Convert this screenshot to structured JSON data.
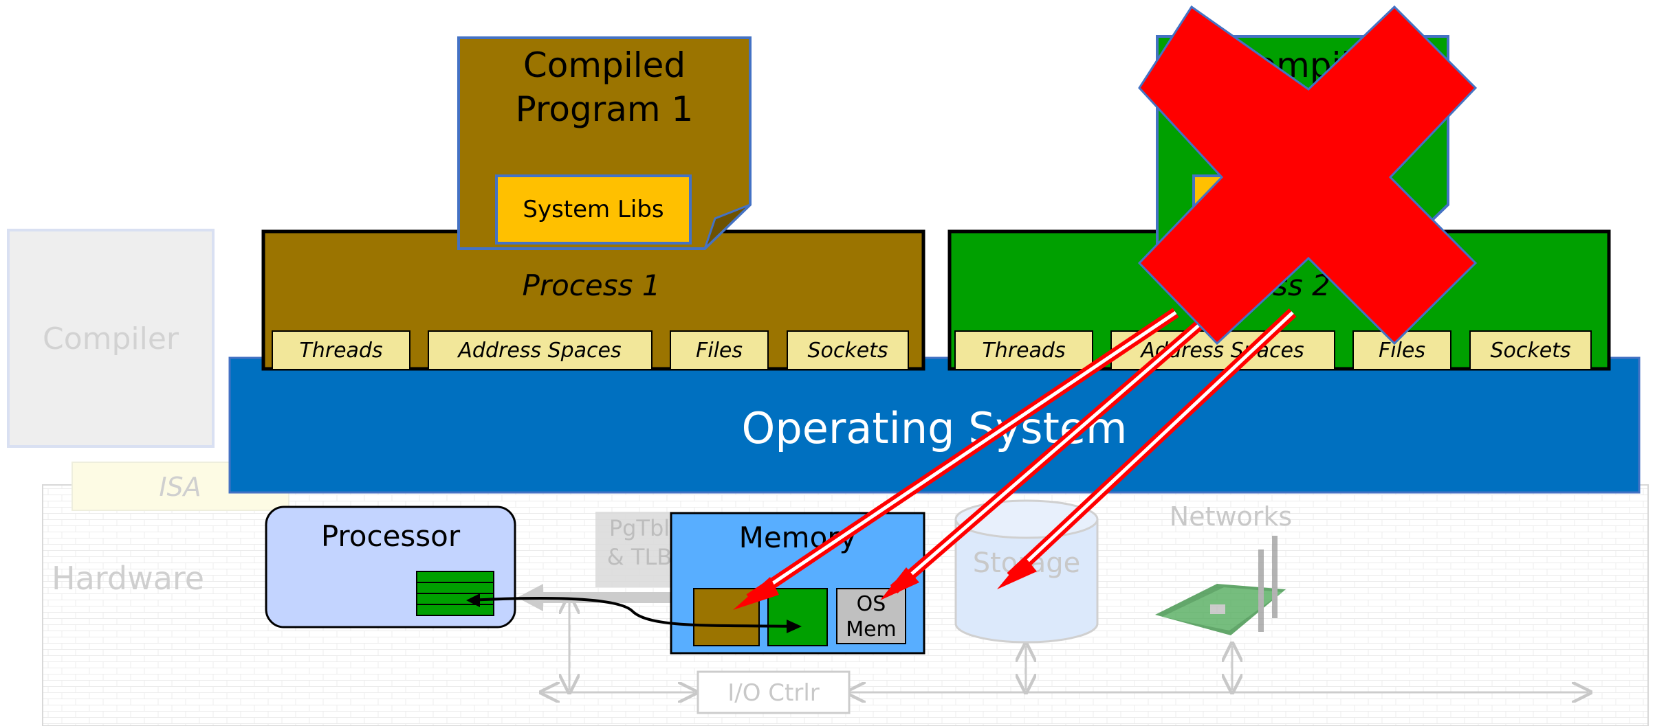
{
  "labels": {
    "compiled_program_1_line1": "Compiled",
    "compiled_program_1_line2": "Program 1",
    "system_libs_1": "System Libs",
    "compiled_program_2_partial": "ompil",
    "process_1": "Process 1",
    "process_2_partial": "ess 2",
    "compiler": "Compiler",
    "isa": "ISA",
    "operating_system": "Operating System",
    "hardware": "Hardware",
    "processor": "Processor",
    "pgtbl_line1": "PgTbl",
    "pgtbl_line2": "& TLB",
    "memory": "Memory",
    "os_mem_line1": "OS",
    "os_mem_line2": "Mem",
    "storage": "Storage",
    "networks": "Networks",
    "io_ctrlr": "I/O Ctrlr"
  },
  "process_1_resources": [
    "Threads",
    "Address Spaces",
    "Files",
    "Sockets"
  ],
  "process_2_resources": [
    "Threads",
    "Address Spaces",
    "Files",
    "Sockets"
  ],
  "colors": {
    "process_1": "#9b7400",
    "process_2": "#00a000",
    "system_libs": "#ffc000",
    "resource_tab": "#f2e79a",
    "operating_system": "#0070c0",
    "processor": "#c3d4ff",
    "memory": "#58aeff",
    "os_mem": "#c0c0c0",
    "storage": "#dce9fb",
    "kill_cross": "#ff0000",
    "faded": "#cccccc"
  },
  "icons": [
    "kill-cross-icon",
    "network-card-icon",
    "storage-cylinder-icon"
  ]
}
